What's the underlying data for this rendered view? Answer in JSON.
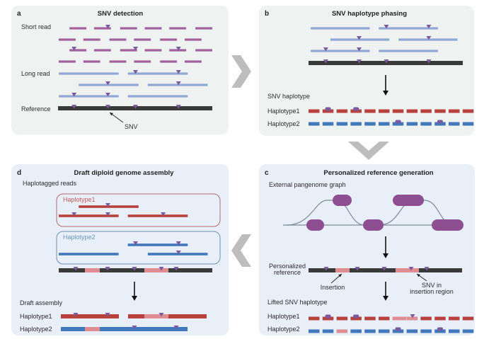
{
  "colors": {
    "short_read": "#a2609d",
    "long_read": "#8fa7d4",
    "reference": "#3a3a3a",
    "snv_marker": "#7a5aa0",
    "haplotype1": "#b9413d",
    "haplotype2": "#4277bb",
    "insertion": "#e08d92",
    "graph_node": "#8e4f92",
    "graph_edge": "#7d8a96",
    "flow_arrow": "#bdbdbd",
    "hap1_box": "#b46a6a",
    "hap2_box": "#6d8fae"
  },
  "panels": {
    "a": {
      "letter": "a",
      "title": "SNV detection",
      "short_read_label": "Short read",
      "long_read_label": "Long read",
      "reference_label": "Reference",
      "snv_callout": "SNV"
    },
    "b": {
      "letter": "b",
      "title": "SNV haplotype phasing",
      "snv_haplotype_label": "SNV haplotype",
      "haplotype1_label": "Haplotype1",
      "haplotype2_label": "Haplotype2"
    },
    "c": {
      "letter": "c",
      "title": "Personalized reference generation",
      "graph_label": "External pangenome graph",
      "personalized_label_line1": "Personalized",
      "personalized_label_line2": "reference",
      "insertion_callout": "Insertion",
      "snv_insertion_callout_line1": "SNV in",
      "snv_insertion_callout_line2": "insertion region",
      "lifted_label": "Lifted SNV haplotype",
      "haplotype1_label": "Haplotype1",
      "haplotype2_label": "Haplotype2"
    },
    "d": {
      "letter": "d",
      "title": "Draft diploid genome assembly",
      "haplotagged_label": "Haplotagged reads",
      "box1_label": "Haplotype1",
      "box2_label": "Haplotype2",
      "draft_label": "Draft assembly",
      "haplotype1_label": "Haplotype1",
      "haplotype2_label": "Haplotype2"
    }
  },
  "flow": {
    "order": [
      "a",
      "b",
      "c",
      "d"
    ],
    "arrows": [
      "a-to-b (right chevron)",
      "b-to-c (down chevron)",
      "c-to-d (left chevron)"
    ]
  },
  "genome_model": {
    "snv_positions": [
      0.1,
      0.32,
      0.5,
      0.78
    ],
    "short_reads": [
      {
        "row": 0,
        "segments": [
          [
            0.07,
            0.18
          ],
          [
            0.23,
            0.34,
            0.32
          ],
          [
            0.4,
            0.51
          ],
          [
            0.56,
            0.67
          ],
          [
            0.72,
            0.83
          ],
          [
            0.89,
            1.0
          ]
        ]
      },
      {
        "row": 1,
        "segments": [
          [
            0.0,
            0.11
          ],
          [
            0.16,
            0.27
          ],
          [
            0.33,
            0.44
          ],
          [
            0.49,
            0.6
          ],
          [
            0.66,
            0.77
          ],
          [
            0.82,
            0.93
          ]
        ]
      },
      {
        "row": 2,
        "segments": [
          [
            0.07,
            0.18,
            0.1
          ],
          [
            0.23,
            0.34
          ],
          [
            0.4,
            0.51,
            0.5
          ],
          [
            0.56,
            0.67
          ],
          [
            0.72,
            0.83,
            0.78
          ],
          [
            0.89,
            1.0
          ]
        ]
      },
      {
        "row": 3,
        "segments": [
          [
            0.0,
            0.11
          ],
          [
            0.16,
            0.27
          ],
          [
            0.33,
            0.44
          ],
          [
            0.49,
            0.6
          ],
          [
            0.66,
            0.77
          ],
          [
            0.82,
            0.93
          ]
        ]
      }
    ]
  }
}
